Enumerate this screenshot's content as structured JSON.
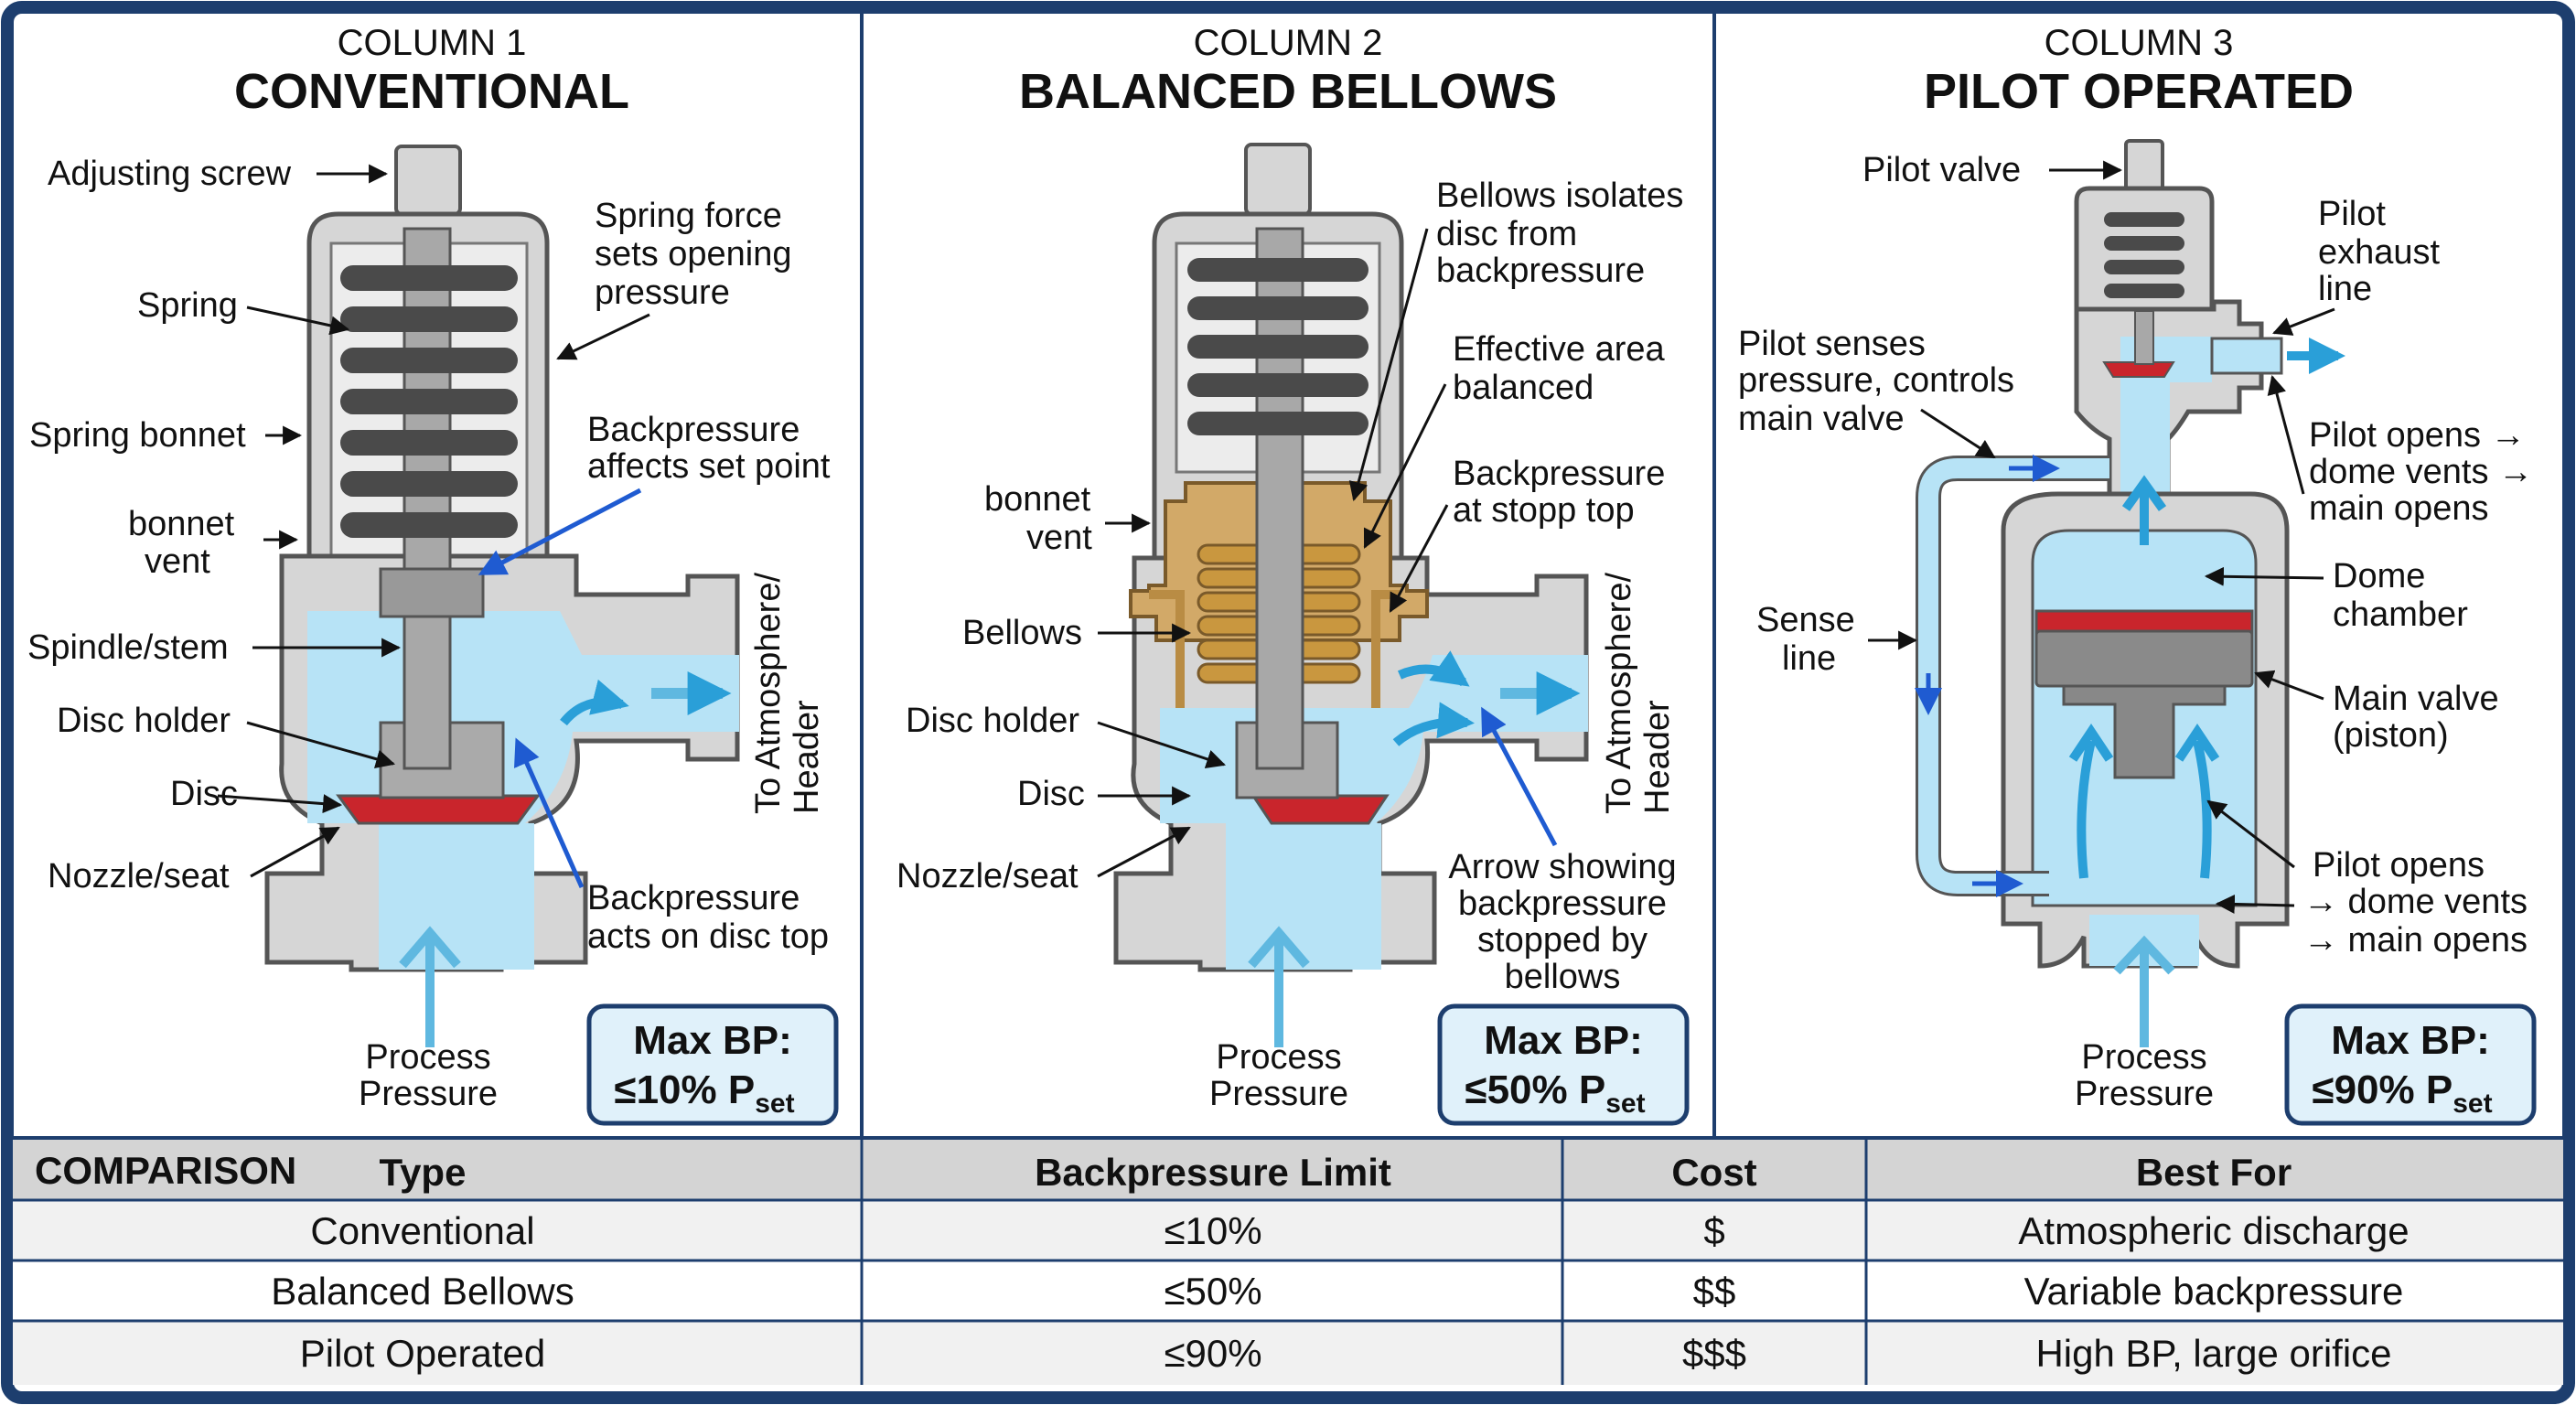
{
  "columns": [
    {
      "kicker": "COLUMN 1",
      "title": "CONVENTIONAL",
      "labels": {
        "adjusting_screw": "Adjusting screw",
        "spring": "Spring",
        "spring_bonnet": "Spring bonnet",
        "bonnet_vent_1": "bonnet",
        "bonnet_vent_2": "vent",
        "spindle": "Spindle/stem",
        "disc_holder": "Disc holder",
        "disc": "Disc",
        "nozzle": "Nozzle/seat",
        "spring_force_1": "Spring force",
        "spring_force_2": "sets opening",
        "spring_force_3": "pressure",
        "bp_affects_1": "Backpressure",
        "bp_affects_2": "affects set point",
        "outlet_1": "To Atmosphere/",
        "outlet_2": "Header",
        "bp_acts_1": "Backpressure",
        "bp_acts_2": "acts on disc top",
        "process_1": "Process",
        "process_2": "Pressure"
      },
      "badge": {
        "line1": "Max BP:",
        "line2_main": "≤10% P",
        "line2_sub": "set"
      }
    },
    {
      "kicker": "COLUMN 2",
      "title": "BALANCED BELLOWS",
      "labels": {
        "isolates_1": "Bellows isolates",
        "isolates_2": "disc from",
        "isolates_3": "backpressure",
        "effective_1": "Effective area",
        "effective_2": "balanced",
        "bp_stopp_1": "Backpressure",
        "bp_stopp_2": "at stopp top",
        "bonnet_vent_1": "bonnet",
        "bonnet_vent_2": "vent",
        "bellows": "Bellows",
        "disc_holder": "Disc holder",
        "disc": "Disc",
        "nozzle": "Nozzle/seat",
        "outlet_1": "To Atmosphere/",
        "outlet_2": "Header",
        "arrow_1": "Arrow showing",
        "arrow_2": "backpressure",
        "arrow_3": "stopped by",
        "arrow_4": "bellows",
        "process_1": "Process",
        "process_2": "Pressure"
      },
      "badge": {
        "line1": "Max BP:",
        "line2_main": "≤50% P",
        "line2_sub": "set"
      }
    },
    {
      "kicker": "COLUMN 3",
      "title": "PILOT OPERATED",
      "labels": {
        "pilot_valve": "Pilot valve",
        "exhaust_1": "Pilot",
        "exhaust_2": "exhaust",
        "exhaust_3": "line",
        "senses_1": "Pilot senses",
        "senses_2": "pressure, controls",
        "senses_3": "main valve",
        "opens_a_1": "Pilot opens →",
        "opens_a_2": "dome vents →",
        "opens_a_3": "main opens",
        "sense_1": "Sense",
        "sense_2": "line",
        "dome_1": "Dome",
        "dome_2": "chamber",
        "main_1": "Main valve",
        "main_2": "(piston)",
        "opens_b_1": "Pilot opens",
        "opens_b_2": "→ dome vents",
        "opens_b_3": "→ main opens",
        "process_1": "Process",
        "process_2": "Pressure"
      },
      "badge": {
        "line1": "Max BP:",
        "line2_main": "≤90% P",
        "line2_sub": "set"
      }
    }
  ],
  "table": {
    "corner": "COMPARISON",
    "headers": [
      "Type",
      "Backpressure Limit",
      "Cost",
      "Best For"
    ],
    "rows": [
      [
        "Conventional",
        "≤10%",
        "$",
        "Atmospheric discharge"
      ],
      [
        "Balanced Bellows",
        "≤50%",
        "$$",
        "Variable backpressure"
      ],
      [
        "Pilot Operated",
        "≤90%",
        "$$$",
        "High BP, large orifice"
      ]
    ]
  },
  "colors": {
    "frame": "#1d3e6e",
    "metal": "#d6d6d6",
    "metal_dark": "#8a8a8a",
    "fluid": "#b7e3f6",
    "spring": "#4a4a4a",
    "seal": "#c9252c",
    "bellows": "#d2a968",
    "arrow": "#1f5bd1",
    "badge_fill": "#e0f1fa"
  }
}
